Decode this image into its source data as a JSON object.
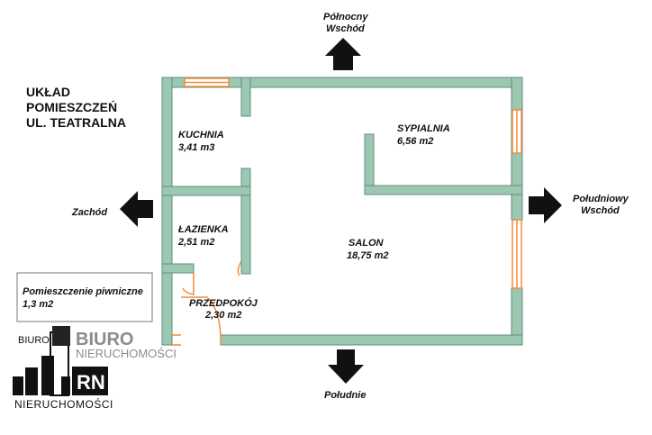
{
  "title": [
    "UKŁAD",
    "POMIESZCZEŃ",
    "UL. TEATRALNA"
  ],
  "rooms": [
    {
      "name": "KUCHNIA",
      "area": "3,41 m3"
    },
    {
      "name": "SYPIALNIA",
      "area": "6,56 m2"
    },
    {
      "name": "ŁAZIENKA",
      "area": "2,51 m2"
    },
    {
      "name": "SALON",
      "area": "18,75 m2"
    },
    {
      "name": "PRZEDPOKÓJ",
      "area": "2,30 m2"
    }
  ],
  "basement": {
    "name": "Pomieszczenie piwniczne",
    "area": "1,3 m2"
  },
  "directions": {
    "north_east": [
      "Północny",
      "Wschód"
    ],
    "west": "Zachód",
    "south_east": [
      "Południowy",
      "Wschód"
    ],
    "south": "Południe"
  },
  "logo": {
    "biuro_big": "BIURO",
    "nieruchomosci_small": "NIERUCHOMOŚCI",
    "biuro_small": "BIURO",
    "initials": "RN",
    "nieruchomosci_bottom": "NIERUCHOMOŚCI"
  },
  "colors": {
    "wall": "#9cc7b3",
    "wall_stroke": "#5f8f78",
    "window": "#f28c3c",
    "arrow": "#111111"
  }
}
